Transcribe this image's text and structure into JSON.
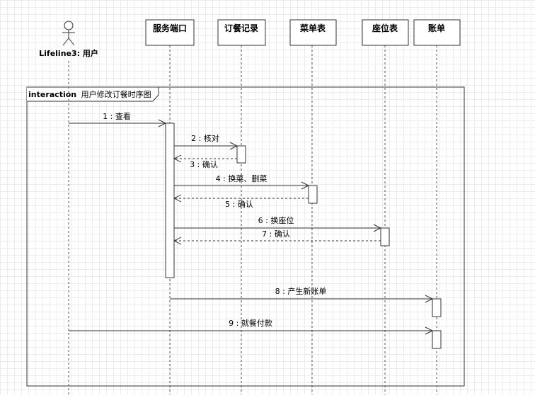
{
  "diagram": {
    "frame": {
      "operator": "interaction",
      "name": "用户修改订餐时序图"
    },
    "actor": {
      "label": "Lifeline3: 用户"
    },
    "lifelines": [
      {
        "id": "service",
        "label": "服务端口"
      },
      {
        "id": "order",
        "label": "订餐记录"
      },
      {
        "id": "menu",
        "label": "菜单表"
      },
      {
        "id": "seat",
        "label": "座位表"
      },
      {
        "id": "bill",
        "label": "账单"
      }
    ],
    "messages": [
      {
        "label": "1 : 查看",
        "kind": "sync"
      },
      {
        "label": "2 : 核对",
        "kind": "sync"
      },
      {
        "label": "3 : 确认",
        "kind": "return"
      },
      {
        "label": "4 : 换菜、删菜",
        "kind": "sync"
      },
      {
        "label": "5 : 确认",
        "kind": "return"
      },
      {
        "label": "6 : 换座位",
        "kind": "sync"
      },
      {
        "label": "7 : 确认",
        "kind": "return"
      },
      {
        "label": "8 : 产生新账单",
        "kind": "sync"
      },
      {
        "label": "9 : 就餐付款",
        "kind": "sync"
      }
    ]
  }
}
